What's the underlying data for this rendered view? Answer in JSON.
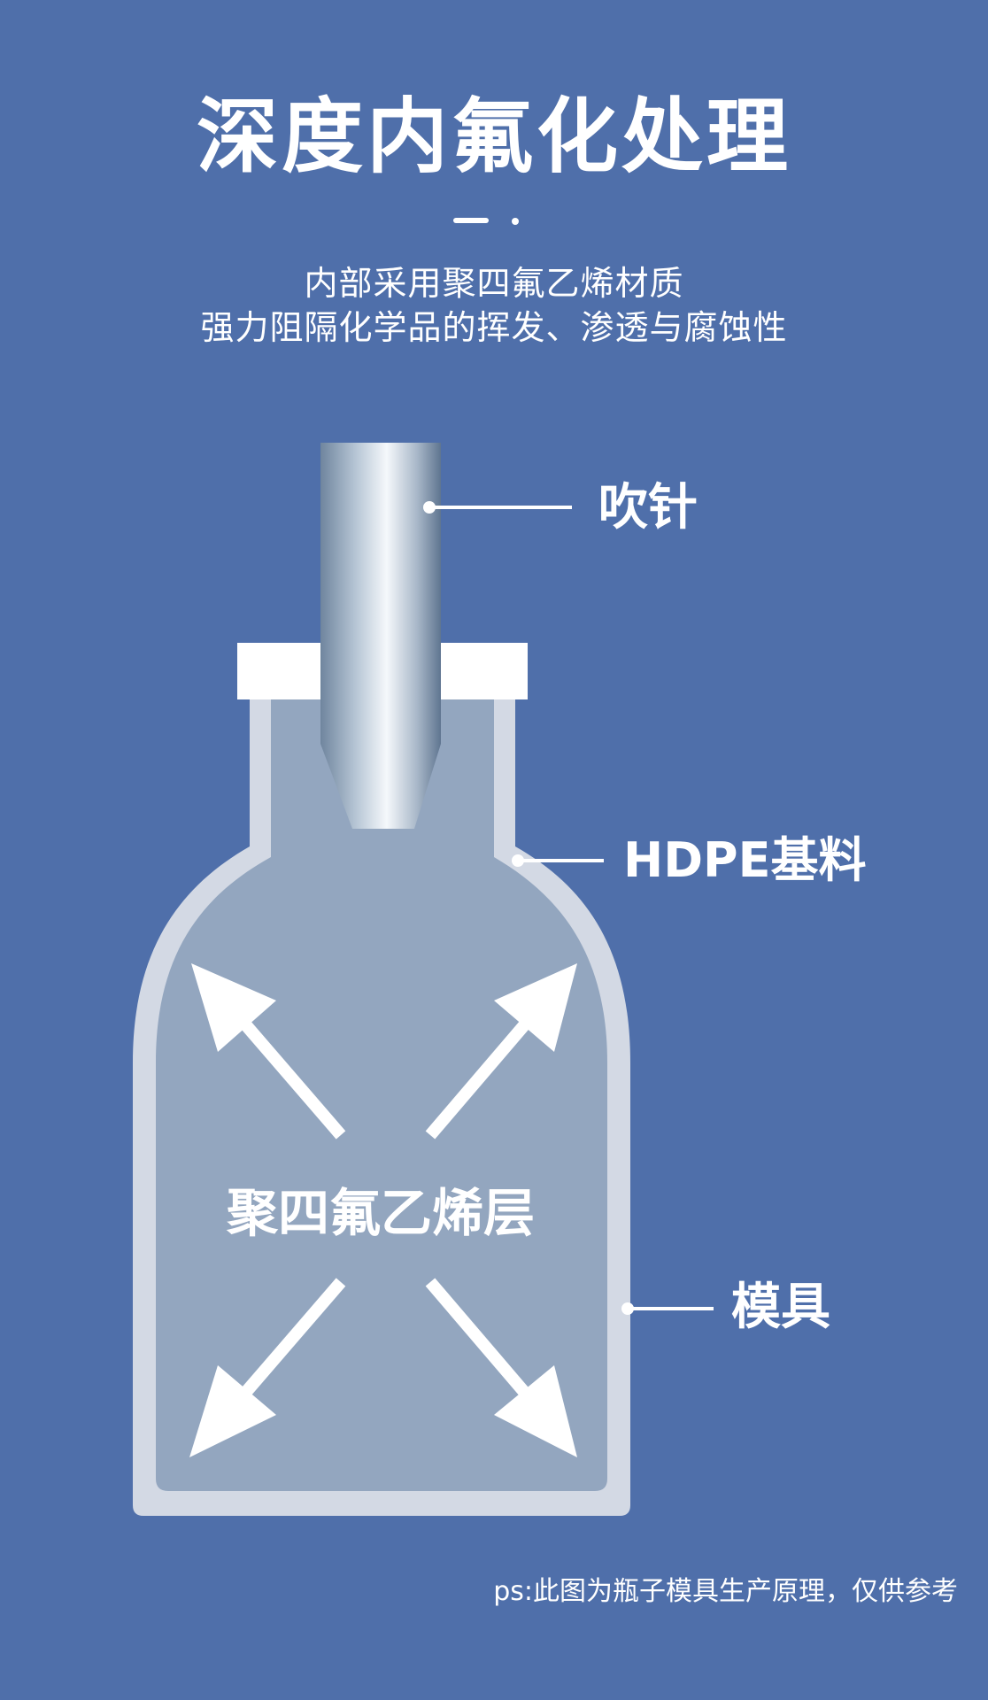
{
  "header": {
    "title": "深度内氟化处理",
    "subtitle_line1": "内部采用聚四氟乙烯材质",
    "subtitle_line2": "强力阻隔化学品的挥发、渗透与腐蚀性"
  },
  "diagram": {
    "labels": {
      "needle": "吹针",
      "hdpe": "HDPE基料",
      "mold": "模具",
      "ptfe_layer": "聚四氟乙烯层"
    }
  },
  "footer": {
    "note": "ps:此图为瓶子模具生产原理，仅供参考"
  },
  "colors": {
    "background": "#4f6faa",
    "mold_outline": "#d3d9e4",
    "bottle_fill": "#93a6bf",
    "text": "#ffffff"
  }
}
